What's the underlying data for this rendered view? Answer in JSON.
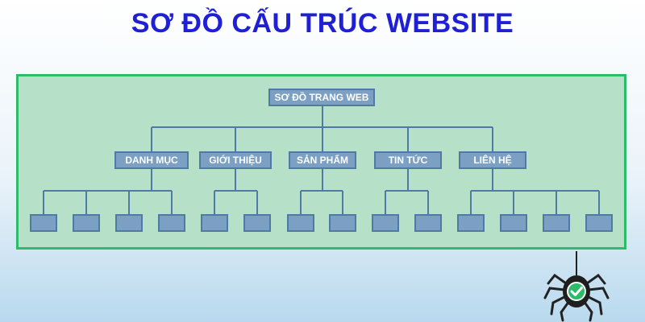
{
  "title": "SƠ ĐỒ CẤU TRÚC WEBSITE",
  "root": {
    "label": "SƠ ĐỒ TRANG WEB"
  },
  "categories": [
    {
      "label": "DANH MỤC",
      "leaf_count": 4
    },
    {
      "label": "GIỚI THIỆU",
      "leaf_count": 2
    },
    {
      "label": "SẢN PHẨM",
      "leaf_count": 2
    },
    {
      "label": "TIN TỨC",
      "leaf_count": 2
    },
    {
      "label": "LIÊN HỆ",
      "leaf_count": 4
    }
  ],
  "colors": {
    "title": "#1f1fd6",
    "panel": "#b6e0c8",
    "panel_border": "#2dbb6a",
    "node_fill": "#7ba0c4",
    "node_border": "#4e7aa4",
    "connector": "#4e7aa4",
    "check_badge": "#2dbb6a"
  },
  "icons": {
    "crawler": "spider-check-icon"
  }
}
